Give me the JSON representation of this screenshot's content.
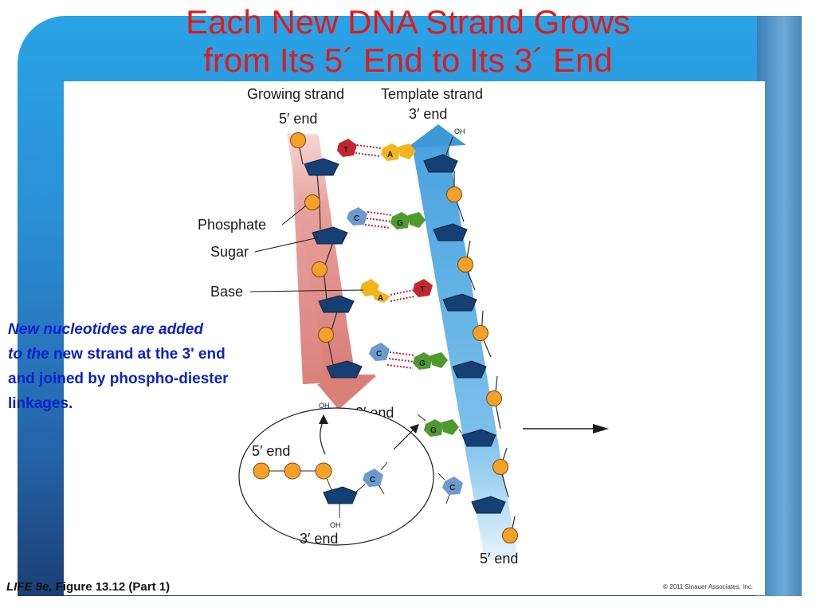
{
  "slide": {
    "title_line1": "Each New DNA Strand Grows",
    "title_line2": "from Its 5´ End to Its 3´ End"
  },
  "figure": {
    "growing_strand_label": "Growing strand",
    "template_strand_label": "Template strand",
    "growing_top_end": "5′ end",
    "template_top_end": "3′ end",
    "growing_bottom_end": "3′ end",
    "template_bottom_end": "5′ end",
    "oh_label": "OH",
    "phosphate_label": "Phosphate",
    "sugar_label": "Sugar",
    "base_label": "Base",
    "inset_5_end": "5′ end",
    "inset_3_end": "3′ end",
    "bases": {
      "T": "T",
      "A": "A",
      "C": "C",
      "G": "G"
    },
    "colors": {
      "growing_arrow": "#e39b98",
      "template_arrow": "#6fb6e6",
      "phosphate": "#f4a12a",
      "sugar": "#163f73",
      "base_T": "#c1272d",
      "base_A": "#f2b51e",
      "base_C": "#6b9ad0",
      "base_G": "#4f9a2f",
      "h_bond": "#d0203a"
    }
  },
  "note": {
    "line1": "New nucleotides are added",
    "line2_it": "to the ",
    "line2_rest": "new strand at the 3' end",
    "line3": "and joined by phospho-diester",
    "line4": " linkages."
  },
  "caption": {
    "book_italic": "LIFE 9e,",
    "figure_ref": " Figure 13.12 (Part 1)",
    "copyright": "© 2011 Sinauer Associates, Inc."
  }
}
